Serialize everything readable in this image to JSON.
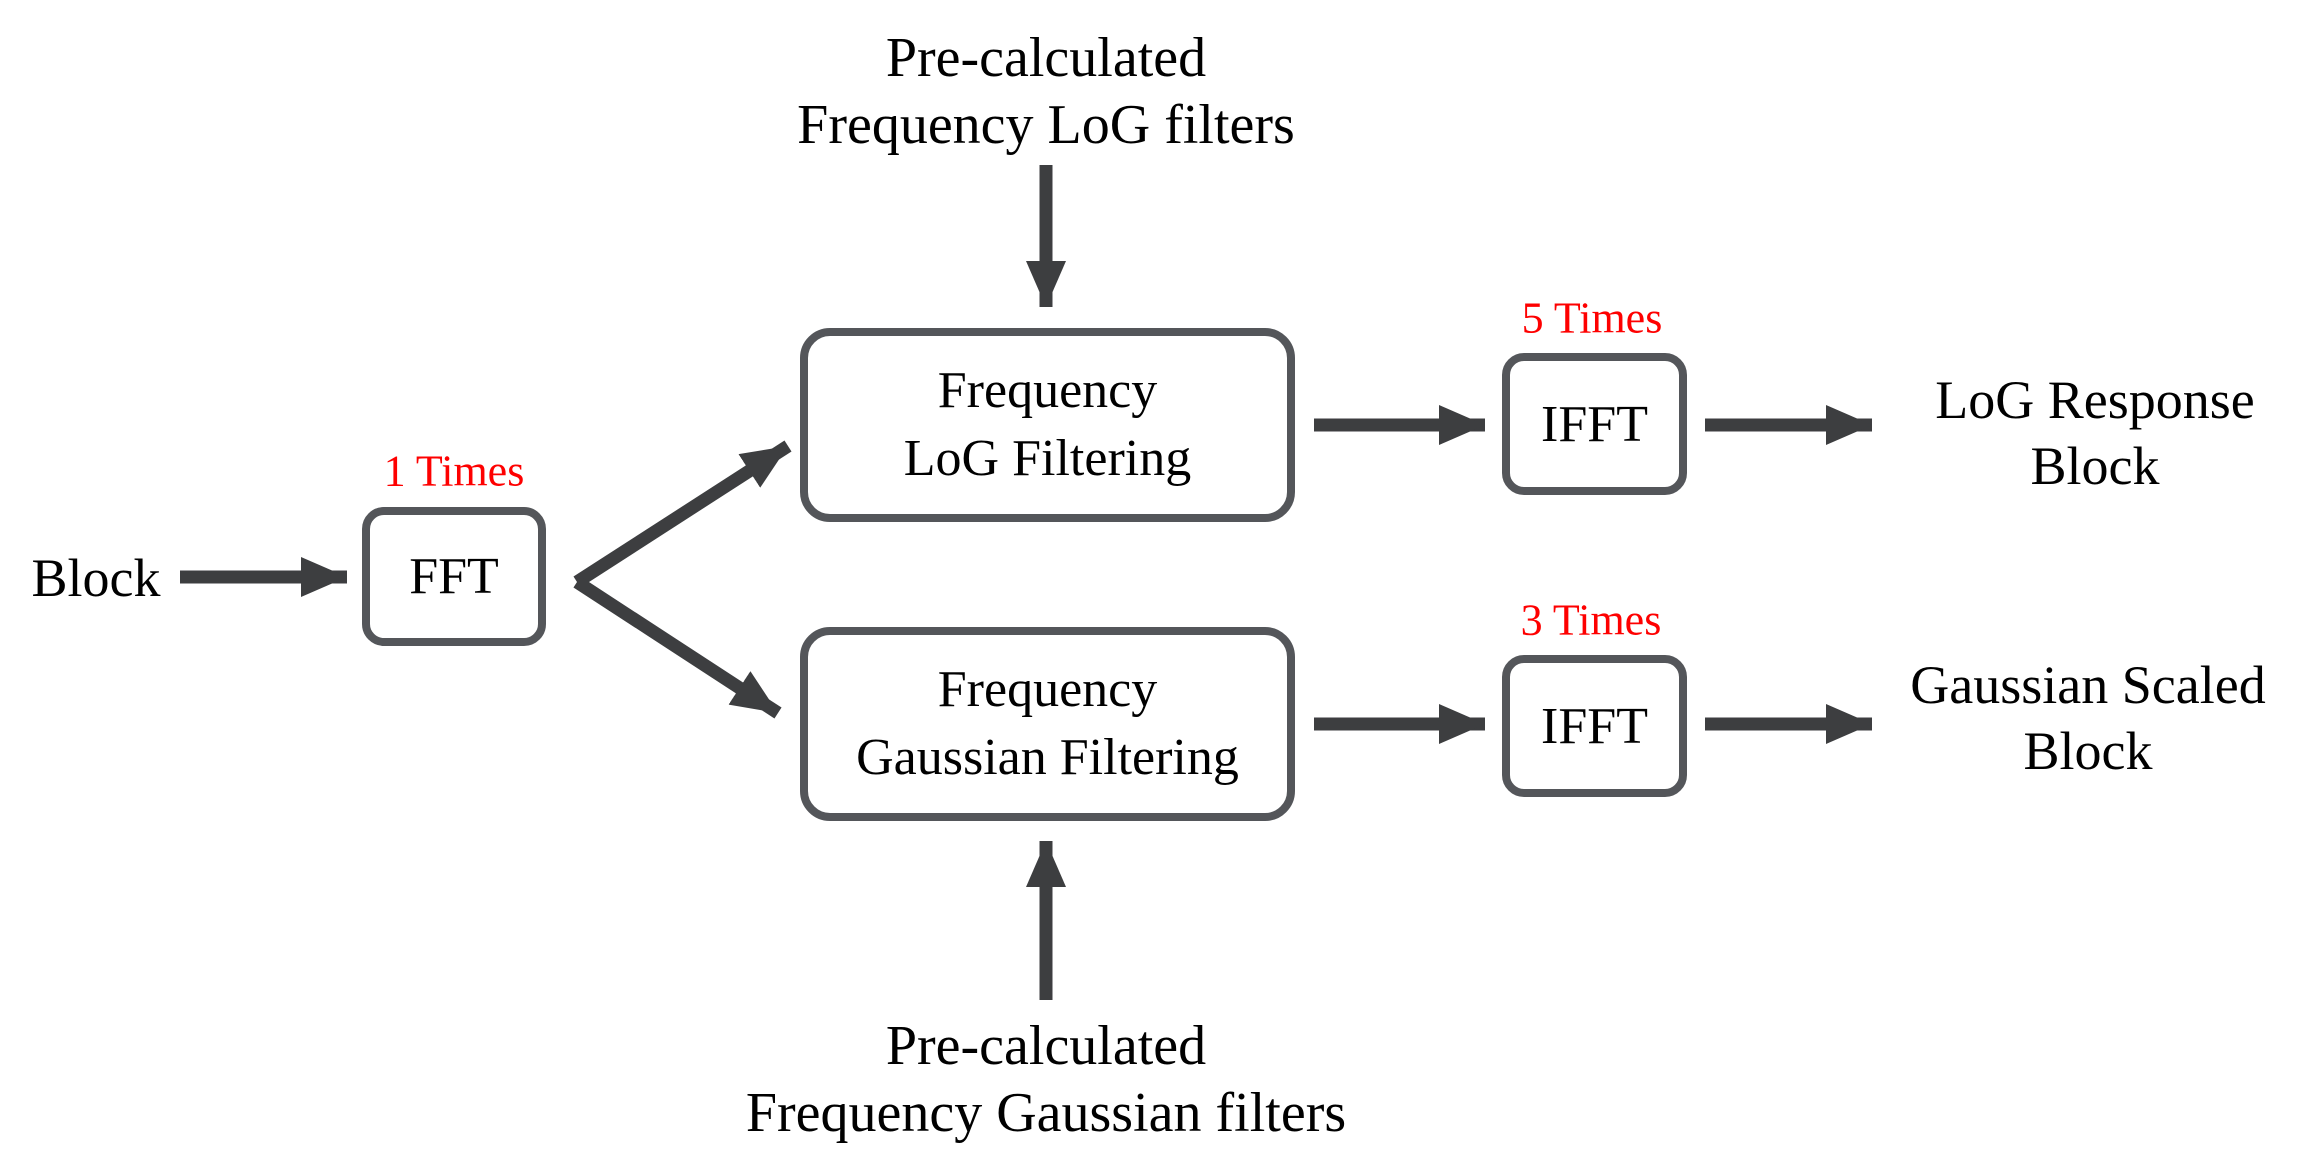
{
  "colors": {
    "accent_red": "#fe0000",
    "box_border": "#54565a",
    "arrow": "#3d3e40",
    "text": "#000000",
    "background": "#ffffff"
  },
  "diagram": {
    "input": {
      "label": "Block"
    },
    "fft": {
      "label": "FFT",
      "times": "1 Times"
    },
    "log_branch": {
      "filters_label": {
        "line1": "Pre-calculated",
        "line2": "Frequency LoG filters"
      },
      "filter_box": {
        "line1": "Frequency",
        "line2": "LoG Filtering"
      },
      "ifft": {
        "label": "IFFT",
        "times": "5 Times"
      },
      "output": {
        "line1": "LoG Response",
        "line2": "Block"
      }
    },
    "gaussian_branch": {
      "filters_label": {
        "line1": "Pre-calculated",
        "line2": "Frequency Gaussian filters"
      },
      "filter_box": {
        "line1": "Frequency",
        "line2": "Gaussian Filtering"
      },
      "ifft": {
        "label": "IFFT",
        "times": "3 Times"
      },
      "output": {
        "line1": "Gaussian Scaled",
        "line2": "Block"
      }
    }
  }
}
